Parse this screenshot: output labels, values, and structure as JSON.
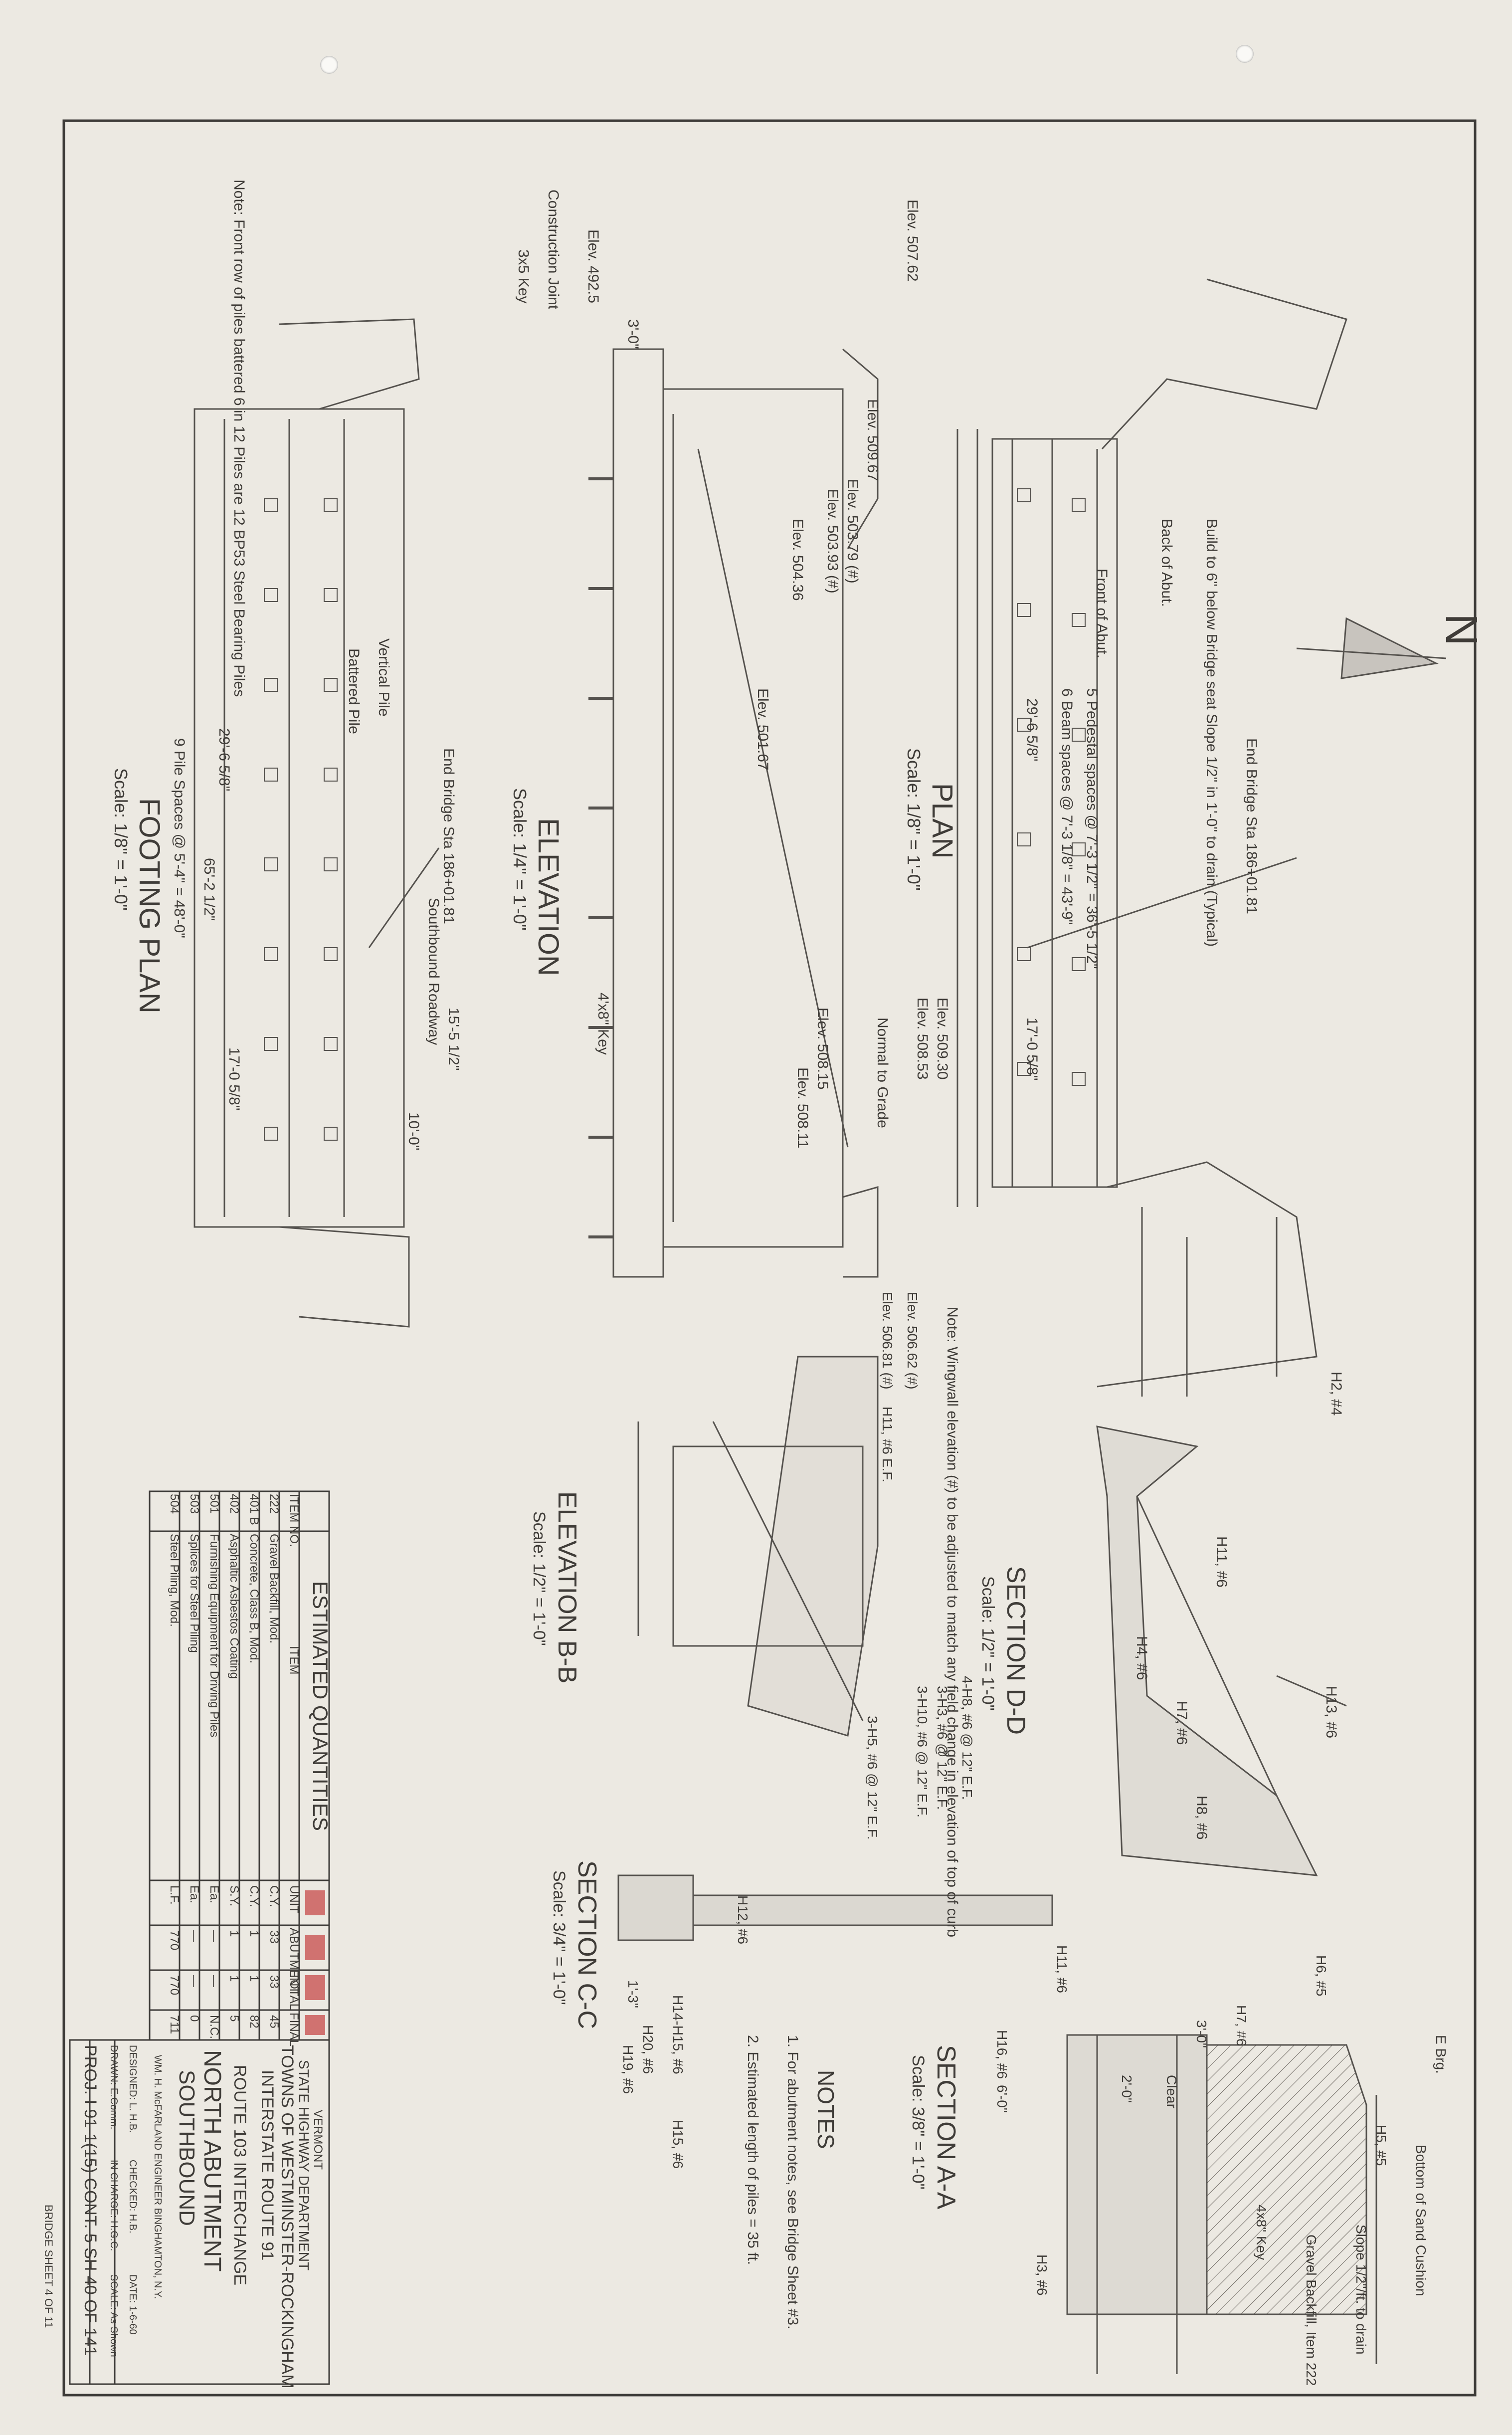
{
  "north_arrow": "N",
  "plan": {
    "title": "PLAN",
    "scale": "Scale: 1/8\" = 1'-0\"",
    "notes": [
      "End Bridge Sta 186+01.81",
      "Back of Abut.",
      "Front of Abut.",
      "Build to 6\" below Bridge seat Slope 1/2\" in 1'-0\" to drain (Typical)",
      "5 Pedestal spaces @ 7'-3 1/2\" = 36'-5 1/2\"",
      "6 Beam spaces @ 7'-3 1/8\" = 43'-9\"",
      "29'-6 5/8\"",
      "17'-0 5/8\"",
      "Elev. 509.30",
      "Elev. 508.53",
      "Elev. 508.15",
      "Elev. 508.11",
      "Normal to Grade",
      "Note: Wingwall elevation (#) to be adjusted to match any field change in elevation of top of curb"
    ]
  },
  "elevation": {
    "title": "ELEVATION",
    "scale": "Scale: 1/4\" = 1'-0\"",
    "notes": [
      "Elev. 507.62",
      "Elev. 509.67",
      "Elev. 503.79 (#)",
      "Elev. 503.93 (#)",
      "Elev. 504.36",
      "Elev. 501.67",
      "Construction Joint",
      "3x5 Key",
      "Elev. 492.5",
      "4'x8\" Key",
      "3'-0\""
    ]
  },
  "footing_plan": {
    "title": "FOOTING PLAN",
    "scale": "Scale: 1/8\" = 1'-0\"",
    "notes": [
      "Note: Front row of piles battered 6 in 12 Piles are 12 BP53 Steel Bearing Piles",
      "Vertical Pile",
      "Battered Pile",
      "End Bridge Sta 186+01.81",
      "9 Pile Spaces @ 5'-4\" = 48'-0\"",
      "65'-2 1/2\"",
      "29'-6 5/8\"",
      "17'-0 5/8\"",
      "Southbound Roadway",
      "15'-5 1/2\"",
      "10'-0\""
    ]
  },
  "section_dd": {
    "title": "SECTION D-D",
    "scale": "Scale: 1/2\" = 1'-0\"",
    "notes": [
      "H13, #6",
      "H7, #6",
      "H2, #4",
      "H11, #6",
      "H4, #6",
      "H8, #6"
    ]
  },
  "elevation_bb": {
    "title": "ELEVATION B-B",
    "scale": "Scale: 1/2\" = 1'-0\"",
    "notes": [
      "4-H8, #6 @ 12\" E.F.",
      "3-H3, #6 @ 12\" E.F.",
      "3-H10, #6 @ 12\" E.F.",
      "3-H5, #6 @ 12\" E.F.",
      "Elev. 506.62 (#)",
      "Elev. 506.81 (#)",
      "H11, #6 E.F."
    ]
  },
  "section_cc": {
    "title": "SECTION C-C",
    "scale": "Scale: 3/4\" = 1'-0\"",
    "notes": [
      "H12, #6",
      "H14-H15, #6",
      "H15, #6",
      "H16, #6",
      "H11, #6",
      "H20, #6",
      "H19, #6",
      "1'-3\""
    ]
  },
  "section_aa": {
    "title": "SECTION A-A",
    "scale": "Scale: 3/8\" = 1'-0\"",
    "notes": [
      "E Brg.",
      "Bottom of Sand Cushion",
      "H6, #5",
      "H5, #5",
      "3'-0\"",
      "Clear",
      "2'-0\"",
      "6'-0\"",
      "H7, #6",
      "H3, #6",
      "4x8\" Key",
      "Slope 1/2\"/ft. to drain",
      "Gravel Backfill, Item 222"
    ]
  },
  "notes_block": {
    "title": "NOTES",
    "lines": [
      "1. For abutment notes, see Bridge Sheet #3.",
      "2. Estimated length of piles = 35 ft."
    ]
  },
  "quantities": {
    "title": "ESTIMATED QUANTITIES",
    "headers": [
      "ITEM NO.",
      "ITEM",
      "UNIT",
      "ABUTMENT",
      "TOTAL",
      "FINAL"
    ],
    "rows": [
      [
        "222",
        "Gravel Backfill, Mod.",
        "C.Y.",
        "33",
        "33",
        "45"
      ],
      [
        "401 B",
        "Concrete, Class B, Mod.",
        "C.Y.",
        "1",
        "1",
        "82"
      ],
      [
        "402",
        "Asphaltic Asbestos Coating",
        "S.Y.",
        "1",
        "1",
        "5"
      ],
      [
        "501",
        "Furnishing Equipment for Driving Piles",
        "Ea.",
        "—",
        "—",
        "N.C."
      ],
      [
        "503",
        "Splices for Steel Piling",
        "Ea.",
        "—",
        "—",
        "0"
      ],
      [
        "504",
        "Steel Piling, Mod.",
        "L.F.",
        "770",
        "770",
        "711"
      ]
    ]
  },
  "title_block": {
    "state": "VERMONT",
    "dept": "STATE HIGHWAY DEPARTMENT",
    "towns": "TOWNS OF WESTMINSTER-ROCKINGHAM",
    "route": "INTERSTATE ROUTE 91",
    "interchange": "ROUTE 103 INTERCHANGE",
    "abutment": "NORTH ABUTMENT",
    "direction": "SOUTHBOUND",
    "engineer": "WM. H. McFARLAND ENGINEER BINGHAMTON, N.Y.",
    "designed": "DESIGNED: L. H.B.",
    "checked": "CHECKED: H.B.",
    "drawn": "DRAWN: E.Comm.",
    "in_charge": "IN CHARGE: H.G.C.",
    "date": "DATE: 1-6-60",
    "scale": "SCALE: As Shown",
    "project": "PROJ. I 91-1(15) CONT. 5 SH 40 OF 141",
    "sheet": "BRIDGE SHEET 4 OF 11"
  }
}
